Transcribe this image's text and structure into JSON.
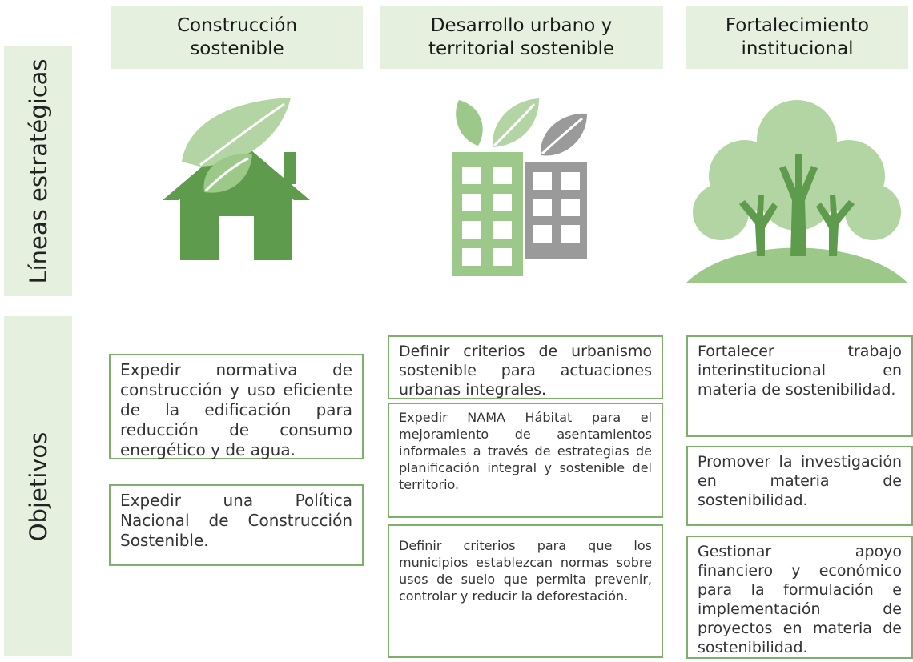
{
  "side_labels": {
    "lines": "Líneas estratégicas",
    "objectives": "Objetivos"
  },
  "columns": [
    {
      "title": "Construcción\nsostenible",
      "icon": "house-leaf-icon",
      "objectives": [
        "Expedir normativa de construcción y uso eficiente de la edificación para reducción de consumo energético y de agua.",
        "Expedir una Política Nacional de Construcción Sostenible."
      ]
    },
    {
      "title": "Desarrollo urbano y\nterritorial sostenible",
      "icon": "buildings-leaf-icon",
      "objectives": [
        "Definir criterios de urbanismo sostenible para actuaciones urbanas integrales.",
        "Expedir NAMA Hábitat para el mejoramiento de asentamientos informales a través de estrategias de planificación integral y sostenible del territorio.",
        "Definir criterios para que los municipios establezcan normas sobre usos de suelo que permita prevenir, controlar y reducir la deforestación."
      ]
    },
    {
      "title": "Fortalecimiento\ninstitucional",
      "icon": "tree-hands-icon",
      "objectives": [
        "Fortalecer trabajo interinstitucional en materia de sostenibilidad.",
        "Promover la investigación en materia de sostenibilidad.",
        "Gestionar apoyo financiero y económico para la formulación e implementación de proyectos en materia de sostenibilidad."
      ]
    }
  ],
  "colors": {
    "header_bg": "#e6f0df",
    "border": "#7fb069",
    "dark_green": "#5e9b4c",
    "light_green": "#9cc98a",
    "gray": "#9a9a9a"
  }
}
